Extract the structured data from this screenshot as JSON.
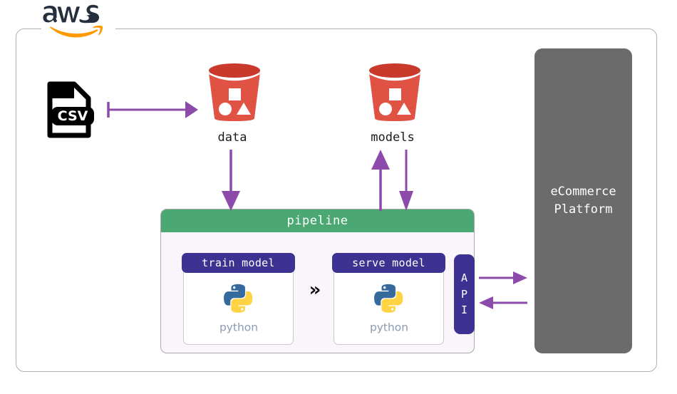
{
  "diagram": {
    "provider_logo": "aws-logo",
    "boundary_name": "aws-cloud-boundary"
  },
  "source": {
    "icon": "csv-file-icon",
    "badge_text": "CSV"
  },
  "buckets": [
    {
      "icon": "s3-bucket-icon",
      "label": "data"
    },
    {
      "icon": "s3-bucket-icon",
      "label": "models"
    }
  ],
  "pipeline": {
    "header_label": "pipeline",
    "header_color": "#4ba873",
    "body_color": "#faf4fb",
    "flow_symbol": "»",
    "cards": [
      {
        "title": "train model",
        "logo": "python-logo",
        "logo_text": "python"
      },
      {
        "title": "serve model",
        "logo": "python-logo",
        "logo_text": "python"
      }
    ]
  },
  "api": {
    "letters": [
      "A",
      "P",
      "I"
    ],
    "color": "#3d3192"
  },
  "platform": {
    "label": "eCommerce\nPlatform",
    "color": "#6b6b6b"
  },
  "arrows": [
    {
      "name": "csv-to-data-arrow",
      "direction": "right"
    },
    {
      "name": "data-to-pipeline-arrow",
      "direction": "down"
    },
    {
      "name": "pipeline-to-models-arrow",
      "direction": "up"
    },
    {
      "name": "models-to-pipeline-arrow",
      "direction": "down"
    },
    {
      "name": "api-to-platform-arrow",
      "direction": "right"
    },
    {
      "name": "platform-to-api-arrow",
      "direction": "left"
    }
  ],
  "colors": {
    "arrow": "#8c4bab",
    "bucket": "#e05243",
    "bucket_lid": "#c9392c",
    "aws_text": "#252f3e",
    "aws_swoosh": "#ff9900",
    "purple": "#3d3192",
    "green": "#4ba873",
    "gray_platform": "#6b6b6b",
    "python_blue": "#36699c",
    "python_yellow": "#ffd champion"
  }
}
